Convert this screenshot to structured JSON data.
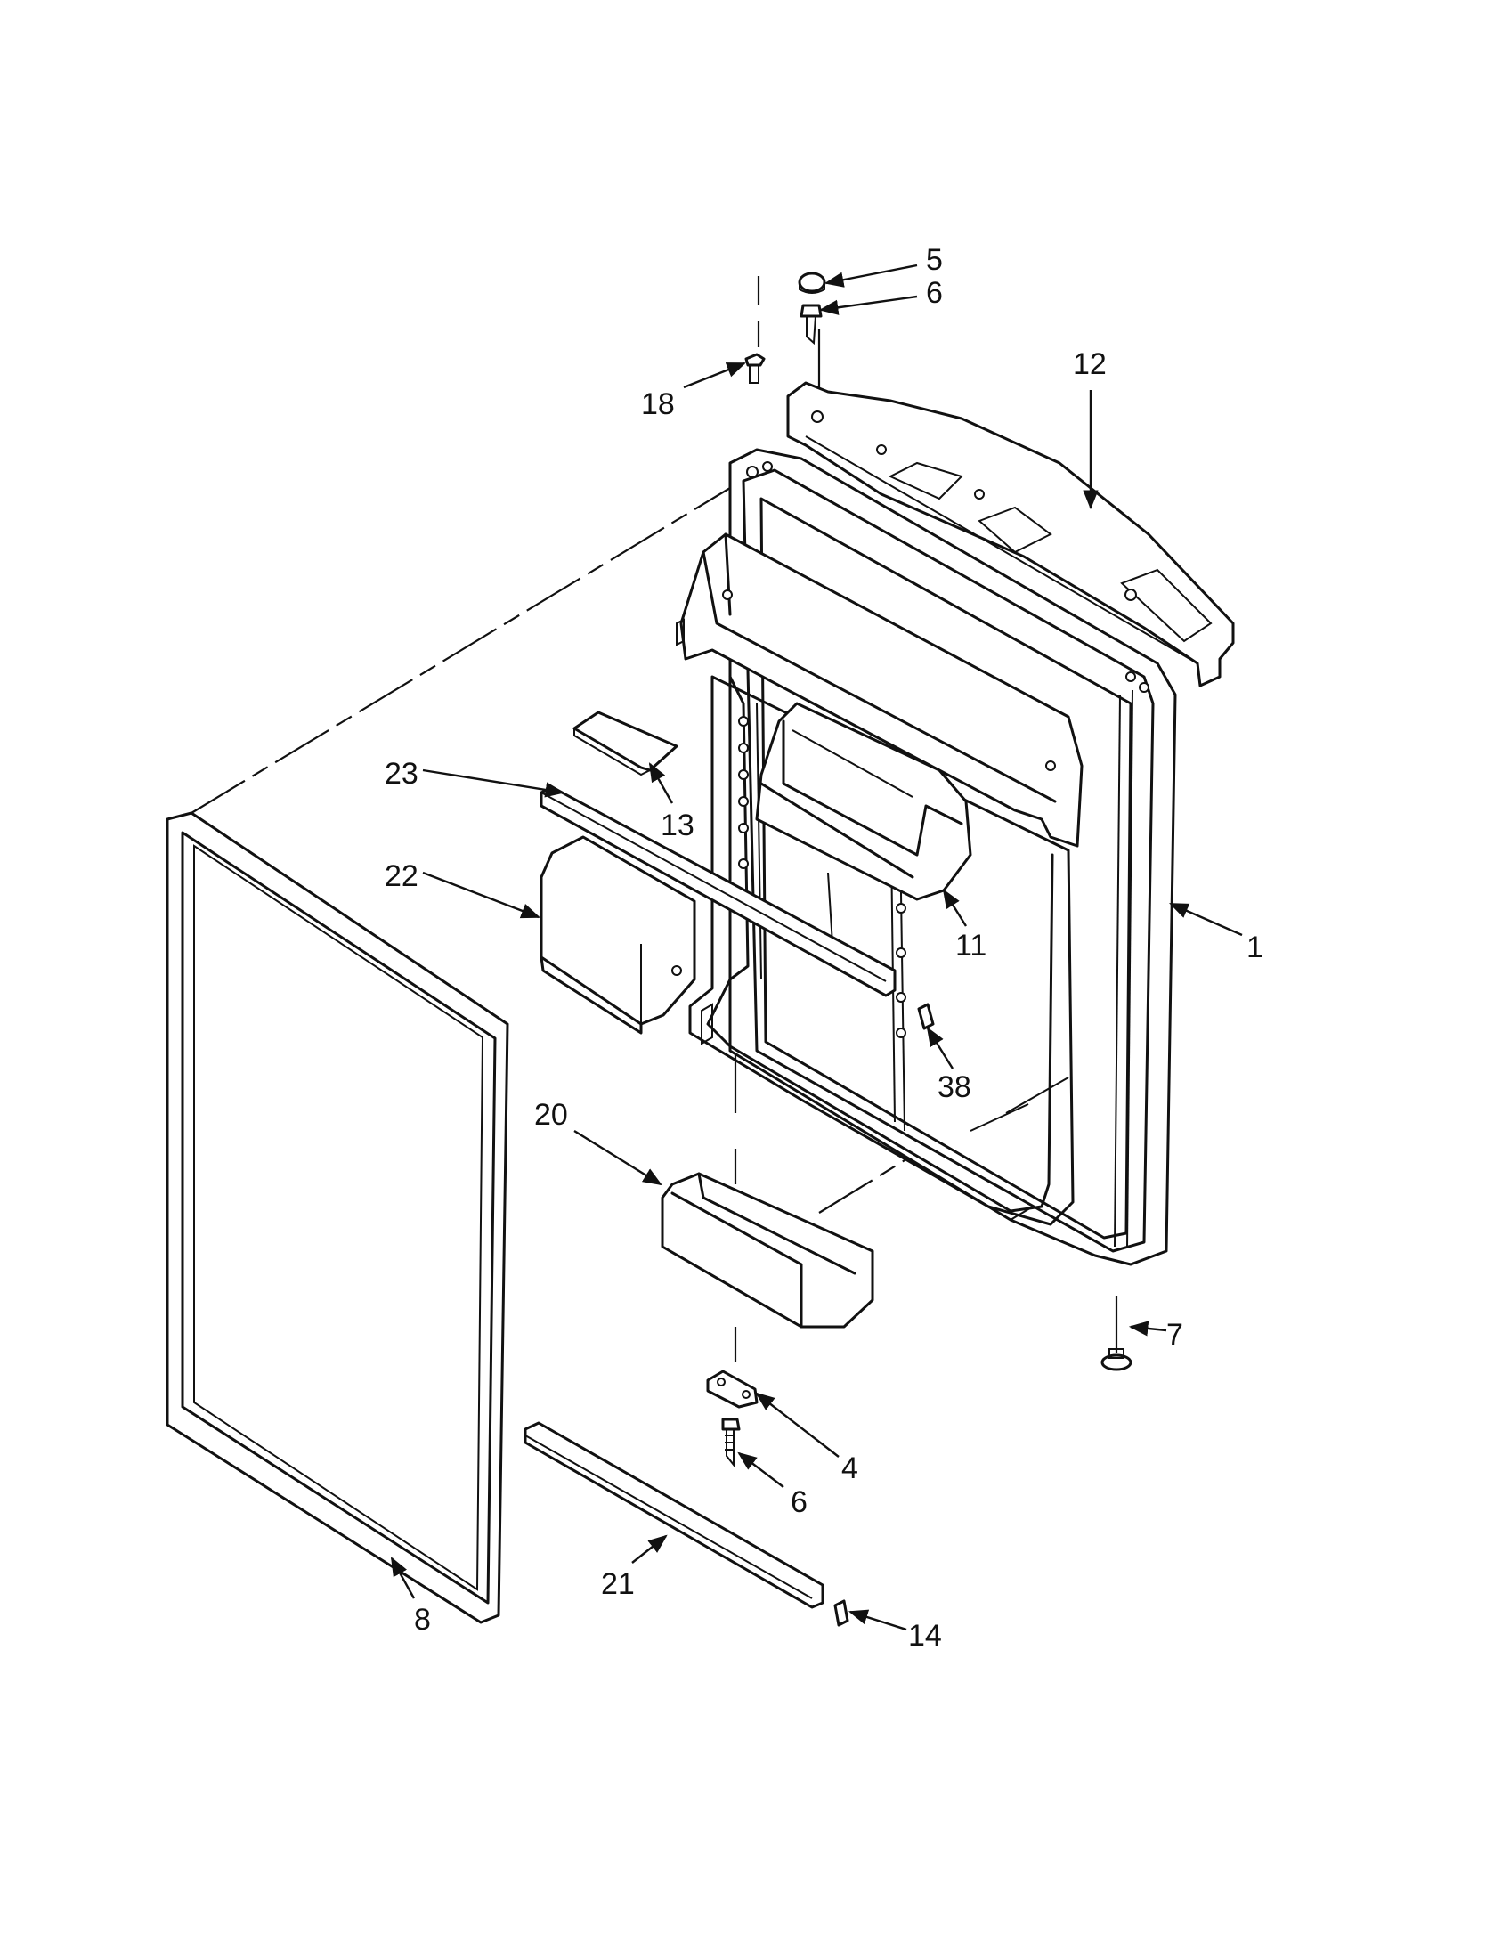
{
  "callouts": [
    {
      "id": "c5",
      "text": "5"
    },
    {
      "id": "c6a",
      "text": "6"
    },
    {
      "id": "c12",
      "text": "12"
    },
    {
      "id": "c18",
      "text": "18"
    },
    {
      "id": "c13",
      "text": "13"
    },
    {
      "id": "c23",
      "text": "23"
    },
    {
      "id": "c22",
      "text": "22"
    },
    {
      "id": "c11",
      "text": "11"
    },
    {
      "id": "c1",
      "text": "1"
    },
    {
      "id": "c38",
      "text": "38"
    },
    {
      "id": "c20",
      "text": "20"
    },
    {
      "id": "c7",
      "text": "7"
    },
    {
      "id": "c4",
      "text": "4"
    },
    {
      "id": "c6b",
      "text": "6"
    },
    {
      "id": "c21",
      "text": "21"
    },
    {
      "id": "c8",
      "text": "8"
    },
    {
      "id": "c14",
      "text": "14"
    }
  ]
}
